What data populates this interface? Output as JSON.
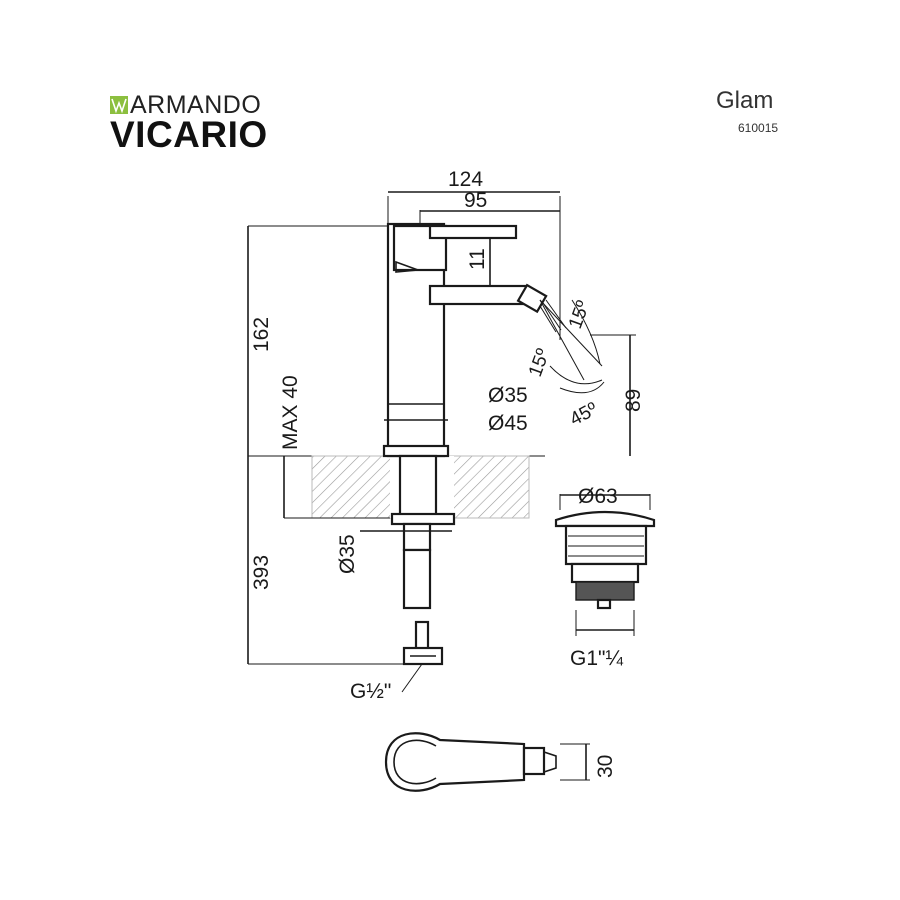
{
  "brand": {
    "line1": "ARMANDO",
    "line2": "VICARIO",
    "mark_color": "#8cbf3f"
  },
  "product": {
    "name": "Glam",
    "code": "610015"
  },
  "dimensions": {
    "overall_width": "124",
    "spout_reach": "95",
    "lever_gap": "11",
    "height": "162",
    "max_deck": "MAX 40",
    "body_diameter": "Ø35",
    "base_diameter": "Ø45",
    "spout_height": "89",
    "angle_upper": "15º",
    "angle_lower": "15º",
    "angle_swivel": "45º",
    "hole_diameter": "Ø35",
    "below_deck": "393",
    "inlet_thread": "G½\"",
    "waste_diameter": "Ø63",
    "waste_thread": "G1\"¼",
    "top_view_depth": "30"
  }
}
